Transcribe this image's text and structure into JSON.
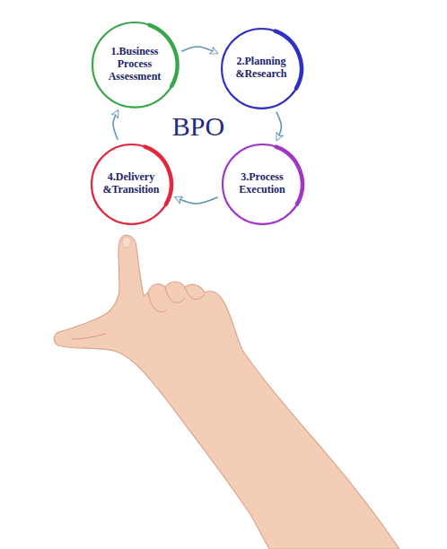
{
  "diagram": {
    "title": "BPO",
    "nodes": [
      {
        "text": [
          "1.Business Process Assessment"
        ]
      },
      {
        "text": [
          "2.Planning &Research"
        ]
      },
      {
        "text": [
          "3.Process Execution"
        ]
      },
      {
        "text": [
          "4.Delivery &Transition"
        ]
      }
    ],
    "edges": [
      {
        "from": 0,
        "to": 1,
        "arrow": "to"
      },
      {
        "from": 1,
        "to": 2,
        "arrow": "to"
      },
      {
        "from": 2,
        "to": 3,
        "arrow": "to"
      },
      {
        "from": 3,
        "to": 0,
        "arrow": "to"
      }
    ]
  }
}
